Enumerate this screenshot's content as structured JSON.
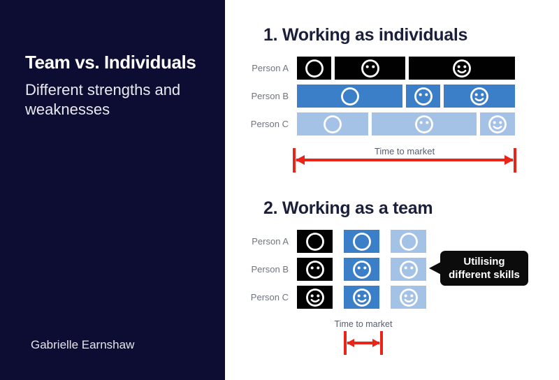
{
  "colors": {
    "sidebar_bg": "#0d0d33",
    "bar_black": "#010101",
    "bar_blue": "#3a7fc8",
    "bar_light_blue": "#a4c2e6",
    "arrow_red": "#e82518",
    "heading_navy": "#1a1f3c",
    "label_gray": "#6e7482"
  },
  "sidebar": {
    "title": "Team vs. Individuals",
    "subtitle": "Different strengths and weaknesses",
    "author": "Gabrielle Earnshaw"
  },
  "icons": {
    "circle": "plain circle (task not started / generic skill)",
    "neutral": "face with eyes only",
    "happy": "smiling face"
  },
  "section1": {
    "heading": "1. Working as individuals",
    "arrow_label": "Time to market",
    "rows": [
      {
        "label": "Person A",
        "color": "#010101",
        "bars": [
          {
            "width": 49,
            "icon": "circle"
          },
          {
            "width": 101,
            "icon": "neutral"
          },
          {
            "width": 152,
            "icon": "happy"
          }
        ]
      },
      {
        "label": "Person B",
        "color": "#3a7fc8",
        "bars": [
          {
            "width": 151,
            "icon": "circle"
          },
          {
            "width": 49,
            "icon": "neutral"
          },
          {
            "width": 102,
            "icon": "happy"
          }
        ]
      },
      {
        "label": "Person C",
        "color": "#a4c2e6",
        "bars": [
          {
            "width": 102,
            "icon": "circle"
          },
          {
            "width": 150,
            "icon": "neutral"
          },
          {
            "width": 50,
            "icon": "happy"
          }
        ]
      }
    ]
  },
  "section2": {
    "heading": "2. Working as a team",
    "arrow_label": "Time to market",
    "callout": {
      "lines": [
        "Utilising",
        "different skills"
      ]
    },
    "rows": [
      {
        "label": "Person A",
        "icon": "circle",
        "colors": [
          "#010101",
          "#3a7fc8",
          "#a4c2e6"
        ]
      },
      {
        "label": "Person B",
        "icon": "neutral",
        "colors": [
          "#010101",
          "#3a7fc8",
          "#a4c2e6"
        ]
      },
      {
        "label": "Person C",
        "icon": "happy",
        "colors": [
          "#010101",
          "#3a7fc8",
          "#a4c2e6"
        ]
      }
    ]
  }
}
